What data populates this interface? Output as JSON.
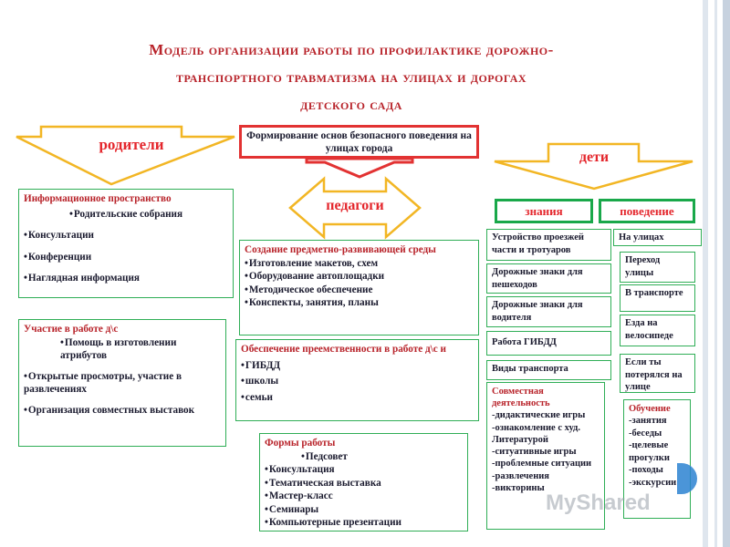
{
  "title": {
    "line1": "Модель организации работы по профилактике дорожно-",
    "line2": "транспортного травматизма на улицах и дорогах",
    "line3": "детского сада"
  },
  "arrows": {
    "parents": "родители",
    "teachers": "педагоги",
    "children": "дети"
  },
  "goal": {
    "text": "Формирование основ безопасного поведения на улицах города"
  },
  "parents_info": {
    "heading": "Информационное пространство",
    "items": [
      "Родительские собрания",
      "Консультации",
      "Конференции",
      "Наглядная информация"
    ]
  },
  "parents_participation": {
    "heading": "Участие в работе д\\с",
    "items": [
      "Помощь в изготовлении атрибутов",
      "Открытые просмотры, участие в развлечениях",
      "Организация совместных выставок"
    ]
  },
  "environment": {
    "heading": "Создание предметно-развивающей среды",
    "items": [
      "Изготовление макетов, схем",
      "Оборудование автоплощадки",
      "Методическое обеспечение",
      "Конспекты, занятия, планы"
    ]
  },
  "continuity": {
    "heading": "Обеспечение преемственности в работе д\\с и",
    "items": [
      "ГИБДД",
      "школы",
      "семьи"
    ]
  },
  "work_forms": {
    "heading": "Формы работы",
    "items": [
      "Педсовет",
      "Консультация",
      "Тематическая выставка",
      "Мастер-класс",
      "Семинары",
      "Компьютерные презентации"
    ]
  },
  "tags": {
    "knowledge": "знания",
    "behavior": "поведение"
  },
  "knowledge_items": [
    "Устройство проезжей части и тротуаров",
    "Дорожные знаки для пешеходов",
    "Дорожные знаки для водителя",
    "Работа ГИБДД",
    "Виды транспорта"
  ],
  "joint_activity": {
    "heading": "Совместная деятельность",
    "items": [
      "-дидактические игры",
      "-ознакомление с худ. Литературой",
      "-ситуативные игры",
      "-проблемные ситуации",
      "-развлечения",
      "-викторины"
    ]
  },
  "behavior_items": [
    "На улицах",
    "Переход улицы",
    "В транспорте",
    "Езда на велосипеде",
    "Если ты потерялся на улице"
  ],
  "training": {
    "heading": "Обучение",
    "items": [
      "-занятия",
      "-беседы",
      "-целевые прогулки",
      "-походы",
      "-экскурсии"
    ]
  },
  "watermark": "MyShared",
  "colors": {
    "red": "#e4262c",
    "green": "#2fae56",
    "arrow_fill": "#ffffff",
    "arrow_stroke": "#f2b624"
  }
}
